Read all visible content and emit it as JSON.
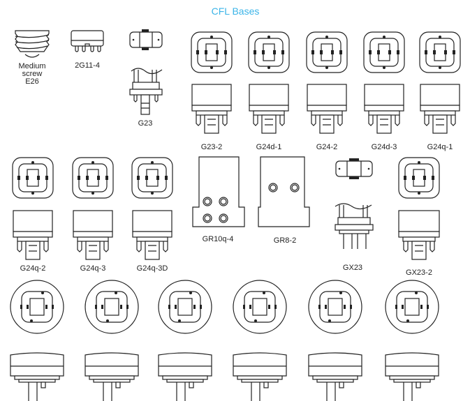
{
  "title": "CFL Bases",
  "title_color": "#3bb4e8",
  "labels": {
    "medium_screw": [
      "Medium",
      "screw",
      "E26"
    ],
    "2g11_4": "2G11-4",
    "g23": "G23",
    "g23_2": "G23-2",
    "g24d_1": "G24d-1",
    "g24_2": "G24-2",
    "g24d_3": "G24d-3",
    "g24q_1": "G24q-1",
    "g24q_2": "G24q-2",
    "g24q_3": "G24q-3",
    "g24q_3d": "G24q-3D",
    "gr10q_4": "GR10q-4",
    "gr8_2": "GR8-2",
    "gx23": "GX23",
    "gx23_2": "GX23-2"
  }
}
